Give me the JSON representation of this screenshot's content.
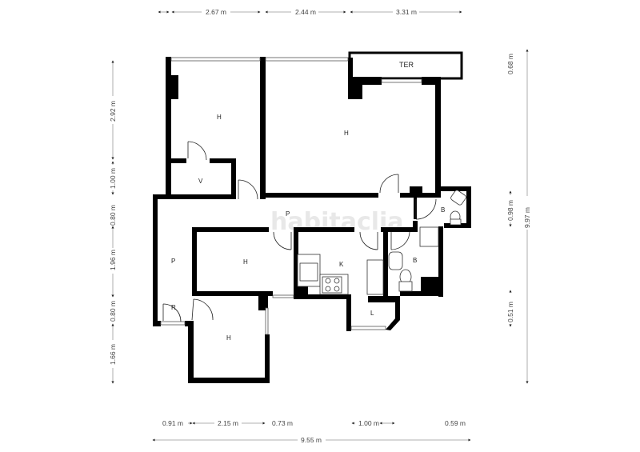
{
  "plan": {
    "watermark": "habitaclia",
    "rooms": {
      "bedroom_top_left": "H",
      "bedroom_top_center": "H",
      "terrace": "TER",
      "storage": "V",
      "hall_corridor": "P",
      "hall_left": "P",
      "entry_small": "R",
      "bedroom_mid": "H",
      "kitchen": "K",
      "bathroom_right": "B",
      "bathroom_top_right": "B",
      "laundry": "L",
      "bedroom_bottom": "H"
    },
    "dimensions": {
      "top": [
        "2.67 m",
        "2.44 m",
        "3.31 m"
      ],
      "bottom": [
        "0.91 m",
        "2.15 m",
        "0.73 m",
        "1.00 m",
        "0.59 m"
      ],
      "bottom_total": "9.55 m",
      "left": [
        "2.92 m",
        "1.00 m",
        "0.80 m",
        "1.96 m",
        "0.80 m",
        "1.66 m"
      ],
      "right": [
        "0.68 m",
        "0.98 m",
        "0.51 m"
      ],
      "right_total": "9.97 m"
    }
  }
}
